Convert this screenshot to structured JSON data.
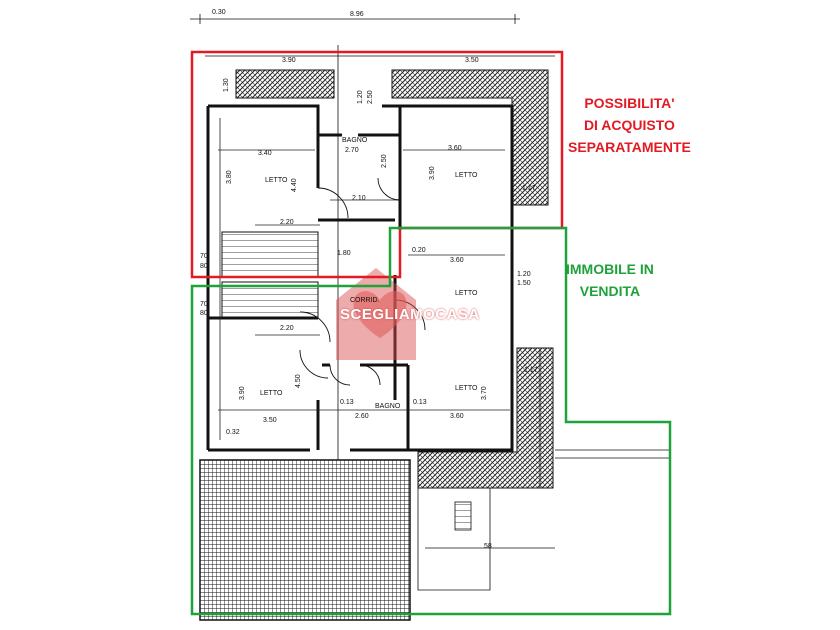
{
  "notes": {
    "separate_purchase": "POSSIBILITA'\nDI ACQUISTO\nSEPARATAMENTE",
    "for_sale": "IMMOBILE IN\nVENDITA"
  },
  "watermark": "SCEGLIAMOCASA",
  "rooms": {
    "letto": "LETTO",
    "bagno": "BAGNO",
    "corridoio": "CORRID."
  },
  "dims": {
    "d030": "0.30",
    "d896": "8.96",
    "d390": "3.90",
    "d350": "3.50",
    "d130": "1.30",
    "d120": "1.20",
    "d250": "2.50",
    "d270": "2.70",
    "d340": "3.40",
    "d360": "3.60",
    "d250b": "2.50",
    "d380": "3.80",
    "d440": "4.40",
    "d390b": "3.90",
    "d210": "2.10",
    "d220": "2.20",
    "d070": "70",
    "d080": "80",
    "d180": "1.80",
    "d020": "0.20",
    "d360b": "3.60",
    "d150": "1.50",
    "d120b": "1.20",
    "d220b": "2.20",
    "d390c": "3.90",
    "d450": "4.50",
    "d370": "3.70",
    "d350b": "3.50",
    "d260": "2.60",
    "d360c": "3.60",
    "d013a": "0.13",
    "d013b": "0.13",
    "d032": "0.32",
    "d058": "58",
    "d117a": "1.17",
    "d117b": "1.17",
    "d070b": "70",
    "d080b": "80"
  },
  "colors": {
    "red_outline": "#e21b23",
    "green_outline": "#1fa23a",
    "wall": "#111111",
    "watermark": "#d94a4a"
  }
}
